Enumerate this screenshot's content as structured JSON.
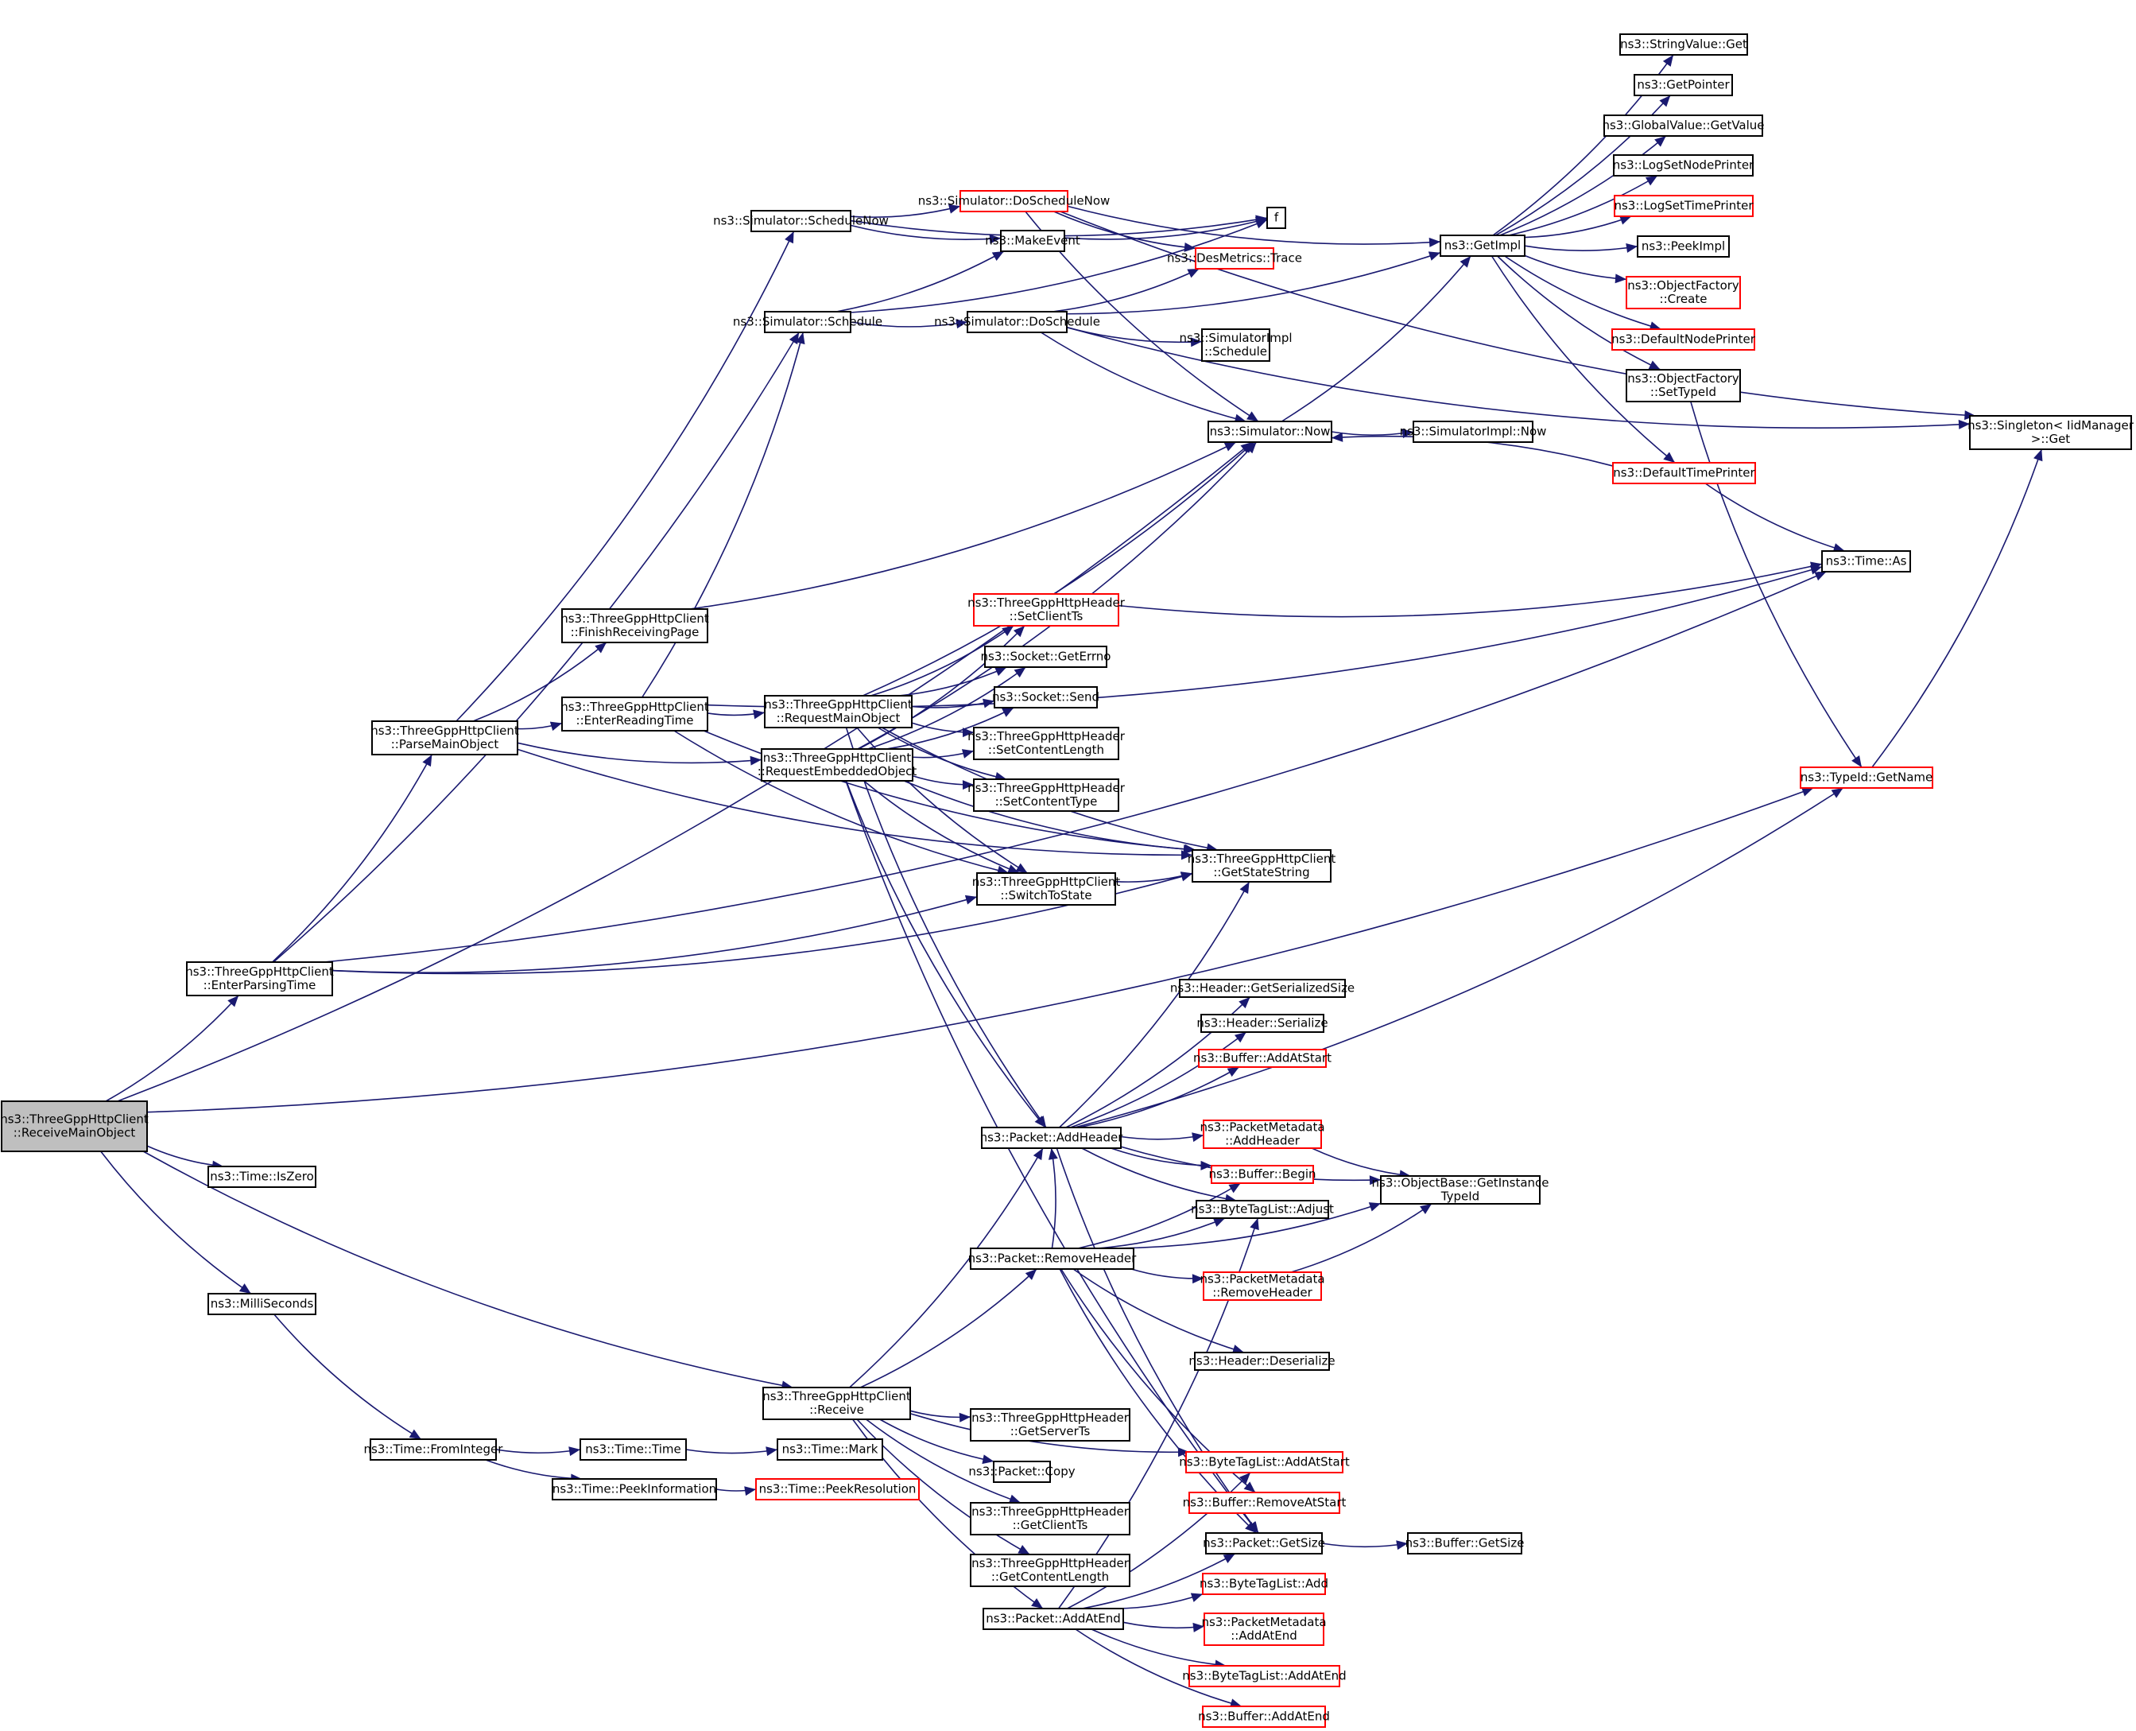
{
  "title": "ns3::ThreeGppHttpClient::ReceiveMainObject call graph",
  "colors": {
    "edge": "#191970",
    "node_border": "#000000",
    "external_border": "#ff0000",
    "root_fill": "#bfbfbf"
  },
  "nodes": [
    {
      "id": "root",
      "lines": [
        "ns3::ThreeGppHttpClient",
        "::ReceiveMainObject"
      ],
      "kind": "root"
    },
    {
      "id": "enterParsing",
      "lines": [
        "ns3::ThreeGppHttpClient",
        "::EnterParsingTime"
      ],
      "kind": "normal"
    },
    {
      "id": "isZero",
      "lines": [
        "ns3::Time::IsZero"
      ],
      "kind": "normal"
    },
    {
      "id": "milli",
      "lines": [
        "ns3::MilliSeconds"
      ],
      "kind": "normal"
    },
    {
      "id": "receive",
      "lines": [
        "ns3::ThreeGppHttpClient",
        "::Receive"
      ],
      "kind": "normal"
    },
    {
      "id": "parseMain",
      "lines": [
        "ns3::ThreeGppHttpClient",
        "::ParseMainObject"
      ],
      "kind": "normal"
    },
    {
      "id": "finishPage",
      "lines": [
        "ns3::ThreeGppHttpClient",
        "::FinishReceivingPage"
      ],
      "kind": "normal"
    },
    {
      "id": "enterReading",
      "lines": [
        "ns3::ThreeGppHttpClient",
        "::EnterReadingTime"
      ],
      "kind": "normal"
    },
    {
      "id": "reqMain",
      "lines": [
        "ns3::ThreeGppHttpClient",
        "::RequestMainObject"
      ],
      "kind": "normal"
    },
    {
      "id": "reqEmb",
      "lines": [
        "ns3::ThreeGppHttpClient",
        "::RequestEmbeddedObject"
      ],
      "kind": "normal"
    },
    {
      "id": "schedNow",
      "lines": [
        "ns3::Simulator::ScheduleNow"
      ],
      "kind": "normal"
    },
    {
      "id": "sched",
      "lines": [
        "ns3::Simulator::Schedule"
      ],
      "kind": "normal"
    },
    {
      "id": "doSchedNow",
      "lines": [
        "ns3::Simulator::DoScheduleNow"
      ],
      "kind": "red"
    },
    {
      "id": "makeEvent",
      "lines": [
        "ns3::MakeEvent"
      ],
      "kind": "normal"
    },
    {
      "id": "doSched",
      "lines": [
        "ns3::Simulator::DoSchedule"
      ],
      "kind": "normal"
    },
    {
      "id": "f",
      "lines": [
        "f"
      ],
      "kind": "normal"
    },
    {
      "id": "desTrace",
      "lines": [
        "ns3::DesMetrics::Trace"
      ],
      "kind": "red"
    },
    {
      "id": "implSched",
      "lines": [
        "ns3::SimulatorImpl",
        "::Schedule"
      ],
      "kind": "normal"
    },
    {
      "id": "simNow",
      "lines": [
        "ns3::Simulator::Now"
      ],
      "kind": "normal"
    },
    {
      "id": "implNow",
      "lines": [
        "ns3::SimulatorImpl::Now"
      ],
      "kind": "normal"
    },
    {
      "id": "getImpl",
      "lines": [
        "ns3::GetImpl"
      ],
      "kind": "normal"
    },
    {
      "id": "strGet",
      "lines": [
        "ns3::StringValue::Get"
      ],
      "kind": "normal"
    },
    {
      "id": "getPtr",
      "lines": [
        "ns3::GetPointer"
      ],
      "kind": "normal"
    },
    {
      "id": "gvGet",
      "lines": [
        "ns3::GlobalValue::GetValue"
      ],
      "kind": "normal"
    },
    {
      "id": "logNode",
      "lines": [
        "ns3::LogSetNodePrinter"
      ],
      "kind": "normal"
    },
    {
      "id": "logTime",
      "lines": [
        "ns3::LogSetTimePrinter"
      ],
      "kind": "red"
    },
    {
      "id": "peekImpl",
      "lines": [
        "ns3::PeekImpl"
      ],
      "kind": "normal"
    },
    {
      "id": "ofCreate",
      "lines": [
        "ns3::ObjectFactory",
        "::Create"
      ],
      "kind": "red"
    },
    {
      "id": "defNode",
      "lines": [
        "ns3::DefaultNodePrinter"
      ],
      "kind": "red"
    },
    {
      "id": "ofSetType",
      "lines": [
        "ns3::ObjectFactory",
        "::SetTypeId"
      ],
      "kind": "normal"
    },
    {
      "id": "defTime",
      "lines": [
        "ns3::DefaultTimePrinter"
      ],
      "kind": "red"
    },
    {
      "id": "singleton",
      "lines": [
        "ns3::Singleton< IidManager",
        "  >::Get"
      ],
      "kind": "normal"
    },
    {
      "id": "timeAs",
      "lines": [
        "ns3::Time::As"
      ],
      "kind": "normal"
    },
    {
      "id": "typeName",
      "lines": [
        "ns3::TypeId::GetName"
      ],
      "kind": "red"
    },
    {
      "id": "setClientTs",
      "lines": [
        "ns3::ThreeGppHttpHeader",
        "::SetClientTs"
      ],
      "kind": "red"
    },
    {
      "id": "getErrno",
      "lines": [
        "ns3::Socket::GetErrno"
      ],
      "kind": "normal"
    },
    {
      "id": "send",
      "lines": [
        "ns3::Socket::Send"
      ],
      "kind": "normal"
    },
    {
      "id": "setCL",
      "lines": [
        "ns3::ThreeGppHttpHeader",
        "::SetContentLength"
      ],
      "kind": "normal"
    },
    {
      "id": "setCT",
      "lines": [
        "ns3::ThreeGppHttpHeader",
        "::SetContentType"
      ],
      "kind": "normal"
    },
    {
      "id": "switchState",
      "lines": [
        "ns3::ThreeGppHttpClient",
        "::SwitchToState"
      ],
      "kind": "normal"
    },
    {
      "id": "stateStr",
      "lines": [
        "ns3::ThreeGppHttpClient",
        "::GetStateString"
      ],
      "kind": "normal"
    },
    {
      "id": "hdrSize",
      "lines": [
        "ns3::Header::GetSerializedSize"
      ],
      "kind": "normal"
    },
    {
      "id": "hdrSer",
      "lines": [
        "ns3::Header::Serialize"
      ],
      "kind": "normal"
    },
    {
      "id": "bufAddStart",
      "lines": [
        "ns3::Buffer::AddAtStart"
      ],
      "kind": "red"
    },
    {
      "id": "addHeader",
      "lines": [
        "ns3::Packet::AddHeader"
      ],
      "kind": "normal"
    },
    {
      "id": "pmAddHeader",
      "lines": [
        "ns3::PacketMetadata",
        "::AddHeader"
      ],
      "kind": "red"
    },
    {
      "id": "bufBegin",
      "lines": [
        "ns3::Buffer::Begin"
      ],
      "kind": "red"
    },
    {
      "id": "btlAdjust",
      "lines": [
        "ns3::ByteTagList::Adjust"
      ],
      "kind": "normal"
    },
    {
      "id": "obTypeId",
      "lines": [
        "ns3::ObjectBase::GetInstance",
        "TypeId"
      ],
      "kind": "normal"
    },
    {
      "id": "removeHeader",
      "lines": [
        "ns3::Packet::RemoveHeader"
      ],
      "kind": "normal"
    },
    {
      "id": "pmRemoveHeader",
      "lines": [
        "ns3::PacketMetadata",
        "::RemoveHeader"
      ],
      "kind": "red"
    },
    {
      "id": "hdrDeser",
      "lines": [
        "ns3::Header::Deserialize"
      ],
      "kind": "normal"
    },
    {
      "id": "btlAddStart",
      "lines": [
        "ns3::ByteTagList::AddAtStart"
      ],
      "kind": "red"
    },
    {
      "id": "bufRemStart",
      "lines": [
        "ns3::Buffer::RemoveAtStart"
      ],
      "kind": "red"
    },
    {
      "id": "pktSize",
      "lines": [
        "ns3::Packet::GetSize"
      ],
      "kind": "normal"
    },
    {
      "id": "bufSize",
      "lines": [
        "ns3::Buffer::GetSize"
      ],
      "kind": "normal"
    },
    {
      "id": "btlAdd",
      "lines": [
        "ns3::ByteTagList::Add"
      ],
      "kind": "red"
    },
    {
      "id": "pmAddEnd",
      "lines": [
        "ns3::PacketMetadata",
        "::AddAtEnd"
      ],
      "kind": "red"
    },
    {
      "id": "btlAddEnd",
      "lines": [
        "ns3::ByteTagList::AddAtEnd"
      ],
      "kind": "red"
    },
    {
      "id": "bufAddEnd",
      "lines": [
        "ns3::Buffer::AddAtEnd"
      ],
      "kind": "red"
    },
    {
      "id": "getServerTs",
      "lines": [
        "ns3::ThreeGppHttpHeader",
        "::GetServerTs"
      ],
      "kind": "normal"
    },
    {
      "id": "pktCopy",
      "lines": [
        "ns3::Packet::Copy"
      ],
      "kind": "normal"
    },
    {
      "id": "getClientTs",
      "lines": [
        "ns3::ThreeGppHttpHeader",
        "::GetClientTs"
      ],
      "kind": "normal"
    },
    {
      "id": "getCL",
      "lines": [
        "ns3::ThreeGppHttpHeader",
        "::GetContentLength"
      ],
      "kind": "normal"
    },
    {
      "id": "addAtEnd",
      "lines": [
        "ns3::Packet::AddAtEnd"
      ],
      "kind": "normal"
    },
    {
      "id": "fromInt",
      "lines": [
        "ns3::Time::FromInteger"
      ],
      "kind": "normal"
    },
    {
      "id": "timeTime",
      "lines": [
        "ns3::Time::Time"
      ],
      "kind": "normal"
    },
    {
      "id": "timeMark",
      "lines": [
        "ns3::Time::Mark"
      ],
      "kind": "normal"
    },
    {
      "id": "peekInfo",
      "lines": [
        "ns3::Time::PeekInformation"
      ],
      "kind": "normal"
    },
    {
      "id": "peekRes",
      "lines": [
        "ns3::Time::PeekResolution"
      ],
      "kind": "red"
    }
  ],
  "edges": [
    [
      "root",
      "enterParsing"
    ],
    [
      "root",
      "isZero"
    ],
    [
      "root",
      "milli"
    ],
    [
      "root",
      "receive"
    ],
    [
      "root",
      "simNow"
    ],
    [
      "root",
      "typeName"
    ],
    [
      "enterParsing",
      "parseMain"
    ],
    [
      "enterParsing",
      "sched"
    ],
    [
      "enterParsing",
      "switchState"
    ],
    [
      "enterParsing",
      "stateStr"
    ],
    [
      "enterParsing",
      "timeAs"
    ],
    [
      "parseMain",
      "finishPage"
    ],
    [
      "parseMain",
      "enterReading"
    ],
    [
      "parseMain",
      "reqEmb"
    ],
    [
      "parseMain",
      "schedNow"
    ],
    [
      "parseMain",
      "stateStr"
    ],
    [
      "finishPage",
      "simNow"
    ],
    [
      "enterReading",
      "reqMain"
    ],
    [
      "enterReading",
      "sched"
    ],
    [
      "enterReading",
      "switchState"
    ],
    [
      "enterReading",
      "stateStr"
    ],
    [
      "enterReading",
      "timeAs"
    ],
    [
      "reqMain",
      "simNow"
    ],
    [
      "reqMain",
      "setClientTs"
    ],
    [
      "reqMain",
      "getErrno"
    ],
    [
      "reqMain",
      "send"
    ],
    [
      "reqMain",
      "setCL"
    ],
    [
      "reqMain",
      "setCT"
    ],
    [
      "reqMain",
      "switchState"
    ],
    [
      "reqMain",
      "stateStr"
    ],
    [
      "reqMain",
      "addHeader"
    ],
    [
      "reqEmb",
      "simNow"
    ],
    [
      "reqEmb",
      "setClientTs"
    ],
    [
      "reqEmb",
      "getErrno"
    ],
    [
      "reqEmb",
      "send"
    ],
    [
      "reqEmb",
      "setCL"
    ],
    [
      "reqEmb",
      "setCT"
    ],
    [
      "reqEmb",
      "switchState"
    ],
    [
      "reqEmb",
      "stateStr"
    ],
    [
      "reqEmb",
      "addHeader"
    ],
    [
      "reqEmb",
      "pktSize"
    ],
    [
      "schedNow",
      "doSchedNow"
    ],
    [
      "schedNow",
      "makeEvent"
    ],
    [
      "schedNow",
      "f"
    ],
    [
      "sched",
      "makeEvent"
    ],
    [
      "sched",
      "doSched"
    ],
    [
      "sched",
      "f"
    ],
    [
      "doSchedNow",
      "getImpl"
    ],
    [
      "doSchedNow",
      "desTrace"
    ],
    [
      "doSchedNow",
      "simNow"
    ],
    [
      "doSchedNow",
      "singleton"
    ],
    [
      "makeEvent",
      "f"
    ],
    [
      "doSched",
      "desTrace"
    ],
    [
      "doSched",
      "getImpl"
    ],
    [
      "doSched",
      "implSched"
    ],
    [
      "doSched",
      "simNow"
    ],
    [
      "doSched",
      "singleton"
    ],
    [
      "simNow",
      "getImpl"
    ],
    [
      "simNow",
      "implNow"
    ],
    [
      "getImpl",
      "strGet"
    ],
    [
      "getImpl",
      "getPtr"
    ],
    [
      "getImpl",
      "gvGet"
    ],
    [
      "getImpl",
      "logNode"
    ],
    [
      "getImpl",
      "logTime"
    ],
    [
      "getImpl",
      "peekImpl"
    ],
    [
      "getImpl",
      "ofCreate"
    ],
    [
      "getImpl",
      "defNode"
    ],
    [
      "getImpl",
      "ofSetType"
    ],
    [
      "getImpl",
      "defTime"
    ],
    [
      "defTime",
      "simNow"
    ],
    [
      "defTime",
      "timeAs"
    ],
    [
      "ofSetType",
      "typeName"
    ],
    [
      "typeName",
      "singleton"
    ],
    [
      "setClientTs",
      "timeAs"
    ],
    [
      "switchState",
      "stateStr"
    ],
    [
      "addHeader",
      "hdrSize"
    ],
    [
      "addHeader",
      "hdrSer"
    ],
    [
      "addHeader",
      "bufAddStart"
    ],
    [
      "addHeader",
      "pmAddHeader"
    ],
    [
      "addHeader",
      "bufBegin"
    ],
    [
      "addHeader",
      "btlAdjust"
    ],
    [
      "addHeader",
      "obTypeId"
    ],
    [
      "addHeader",
      "stateStr"
    ],
    [
      "addHeader",
      "pktSize"
    ],
    [
      "addHeader",
      "typeName"
    ],
    [
      "pmAddHeader",
      "obTypeId"
    ],
    [
      "removeHeader",
      "addHeader"
    ],
    [
      "removeHeader",
      "bufBegin"
    ],
    [
      "removeHeader",
      "btlAdjust"
    ],
    [
      "removeHeader",
      "obTypeId"
    ],
    [
      "removeHeader",
      "pmRemoveHeader"
    ],
    [
      "removeHeader",
      "hdrDeser"
    ],
    [
      "removeHeader",
      "bufRemStart"
    ],
    [
      "removeHeader",
      "pktSize"
    ],
    [
      "pmRemoveHeader",
      "obTypeId"
    ],
    [
      "receive",
      "addHeader"
    ],
    [
      "receive",
      "removeHeader"
    ],
    [
      "receive",
      "getServerTs"
    ],
    [
      "receive",
      "pktCopy"
    ],
    [
      "receive",
      "getClientTs"
    ],
    [
      "receive",
      "getCL"
    ],
    [
      "receive",
      "addAtEnd"
    ],
    [
      "receive",
      "btlAddStart"
    ],
    [
      "addAtEnd",
      "btlAdjust"
    ],
    [
      "addAtEnd",
      "btlAddStart"
    ],
    [
      "addAtEnd",
      "pktSize"
    ],
    [
      "addAtEnd",
      "btlAdd"
    ],
    [
      "addAtEnd",
      "pmAddEnd"
    ],
    [
      "addAtEnd",
      "btlAddEnd"
    ],
    [
      "addAtEnd",
      "bufAddEnd"
    ],
    [
      "pktSize",
      "bufSize"
    ],
    [
      "milli",
      "fromInt"
    ],
    [
      "fromInt",
      "timeTime"
    ],
    [
      "fromInt",
      "peekInfo"
    ],
    [
      "timeTime",
      "timeMark"
    ],
    [
      "peekInfo",
      "peekRes"
    ]
  ]
}
